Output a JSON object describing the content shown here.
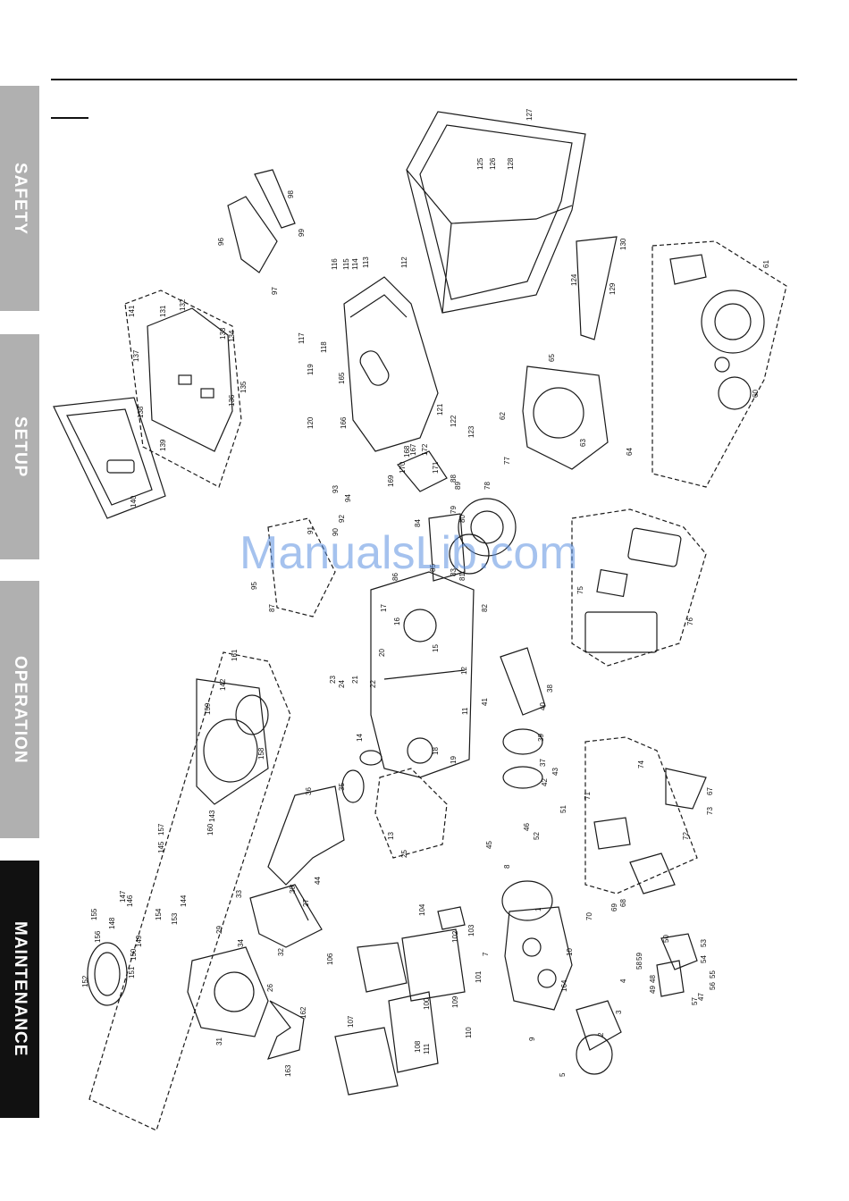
{
  "tabs": [
    {
      "label": "SAFETY",
      "active": false
    },
    {
      "label": "SETUP",
      "active": false
    },
    {
      "label": "OPERATION",
      "active": false
    },
    {
      "label": "MAINTENANCE",
      "active": true
    }
  ],
  "watermark": "ManualsLib.com",
  "colors": {
    "tab_inactive": "#b0b0b0",
    "tab_active": "#111111",
    "watermark": "#5b8fe0"
  },
  "labels": [
    "1",
    "2",
    "3",
    "4",
    "5",
    "7",
    "8",
    "9",
    "10",
    "11",
    "12",
    "13",
    "14",
    "15",
    "16",
    "17",
    "18",
    "19",
    "20",
    "21",
    "22",
    "23",
    "24",
    "25",
    "26",
    "27",
    "29",
    "30",
    "31",
    "32",
    "33",
    "34",
    "35",
    "36",
    "37",
    "38",
    "39",
    "40",
    "41",
    "42",
    "43",
    "44",
    "45",
    "46",
    "47",
    "48",
    "49",
    "50",
    "51",
    "52",
    "53",
    "54",
    "55",
    "56",
    "57",
    "58",
    "59",
    "60",
    "61",
    "62",
    "63",
    "64",
    "65",
    "67",
    "68",
    "69",
    "70",
    "71",
    "72",
    "73",
    "74",
    "75",
    "76",
    "77",
    "78",
    "79",
    "80",
    "81",
    "82",
    "83",
    "84",
    "85",
    "86",
    "87",
    "88",
    "89",
    "90",
    "91",
    "92",
    "93",
    "94",
    "95",
    "96",
    "97",
    "98",
    "99",
    "100",
    "101",
    "102",
    "103",
    "104",
    "106",
    "107",
    "108",
    "109",
    "110",
    "111",
    "112",
    "113",
    "114",
    "115",
    "116",
    "117",
    "118",
    "119",
    "120",
    "121",
    "122",
    "123",
    "124",
    "125",
    "126",
    "127",
    "128",
    "129",
    "130",
    "131",
    "132",
    "133",
    "134",
    "135",
    "136",
    "137",
    "138",
    "139",
    "140",
    "141",
    "142",
    "143",
    "144",
    "145",
    "146",
    "147",
    "148",
    "149",
    "150",
    "151",
    "152",
    "153",
    "154",
    "155",
    "156",
    "157",
    "158",
    "159",
    "160",
    "161",
    "162",
    "163",
    "164",
    "165",
    "166",
    "167",
    "168",
    "169",
    "170",
    "171",
    "172"
  ]
}
